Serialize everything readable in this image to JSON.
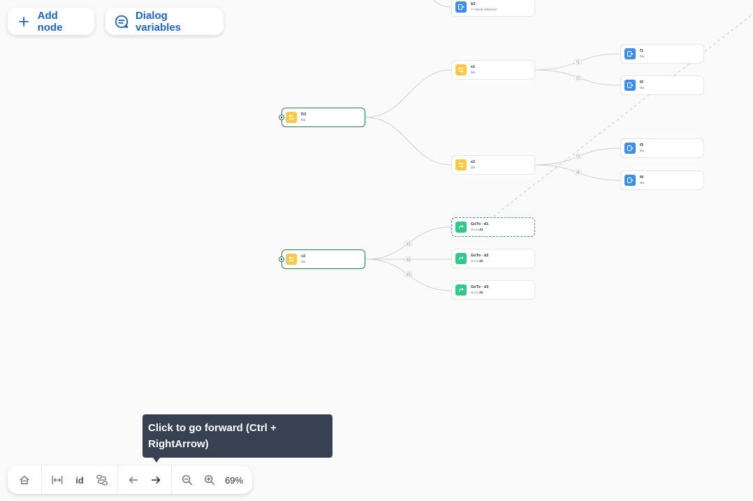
{
  "top_buttons": {
    "add_node": "Add node",
    "dialog_variables": "Dialog variables"
  },
  "nodes": {
    "b3": {
      "title": "b3",
      "subtitle": "Article reference",
      "icon": "action-icon",
      "color": "#3b8fe8"
    },
    "D3": {
      "title": "D3",
      "subtitle": "bla",
      "icon": "condition-icon",
      "color": "#f7c948"
    },
    "e1": {
      "title": "e1",
      "subtitle": "bla",
      "icon": "condition-icon",
      "color": "#f7c948"
    },
    "e2": {
      "title": "e2",
      "subtitle": "bla",
      "icon": "condition-icon",
      "color": "#f7c948"
    },
    "f1": {
      "title": "f1",
      "subtitle": "bla",
      "icon": "action-icon",
      "color": "#3b8fe8"
    },
    "f2": {
      "title": "f2",
      "subtitle": "bla",
      "icon": "action-icon",
      "color": "#3b8fe8"
    },
    "f3": {
      "title": "f3",
      "subtitle": "bla",
      "icon": "action-icon",
      "color": "#3b8fe8"
    },
    "f4": {
      "title": "f4",
      "subtitle": "bla",
      "icon": "action-icon",
      "color": "#3b8fe8"
    },
    "c2": {
      "title": "c2",
      "subtitle": "bla",
      "icon": "condition-icon",
      "color": "#f7c948"
    },
    "goto_d1": {
      "title": "GoTo - d1",
      "prefix": "Go to",
      "target": "d1",
      "icon": "goto-icon",
      "color": "#34c98a"
    },
    "goto_d2": {
      "title": "GoTo - d2",
      "prefix": "Go to",
      "target": "d2",
      "icon": "goto-icon",
      "color": "#34c98a"
    },
    "goto_d3": {
      "title": "GoTo - d3",
      "prefix": "Go to",
      "target": "d3",
      "icon": "goto-icon",
      "color": "#34c98a"
    }
  },
  "edge_labels": {
    "e1_f1": "f1",
    "e1_f2": "f2",
    "e2_f3": "f3",
    "e2_f4": "f4",
    "c2_d1": "d1",
    "c2_d2": "d2",
    "c2_d3": "d3"
  },
  "tooltip": {
    "text": "Click to go forward (Ctrl + RightArrow)"
  },
  "toolbar": {
    "id_label": "id",
    "zoom": "69%"
  },
  "colors": {
    "accent": "#1c64c8",
    "start_border": "#1e7e4f",
    "tooltip_bg": "#374151"
  }
}
